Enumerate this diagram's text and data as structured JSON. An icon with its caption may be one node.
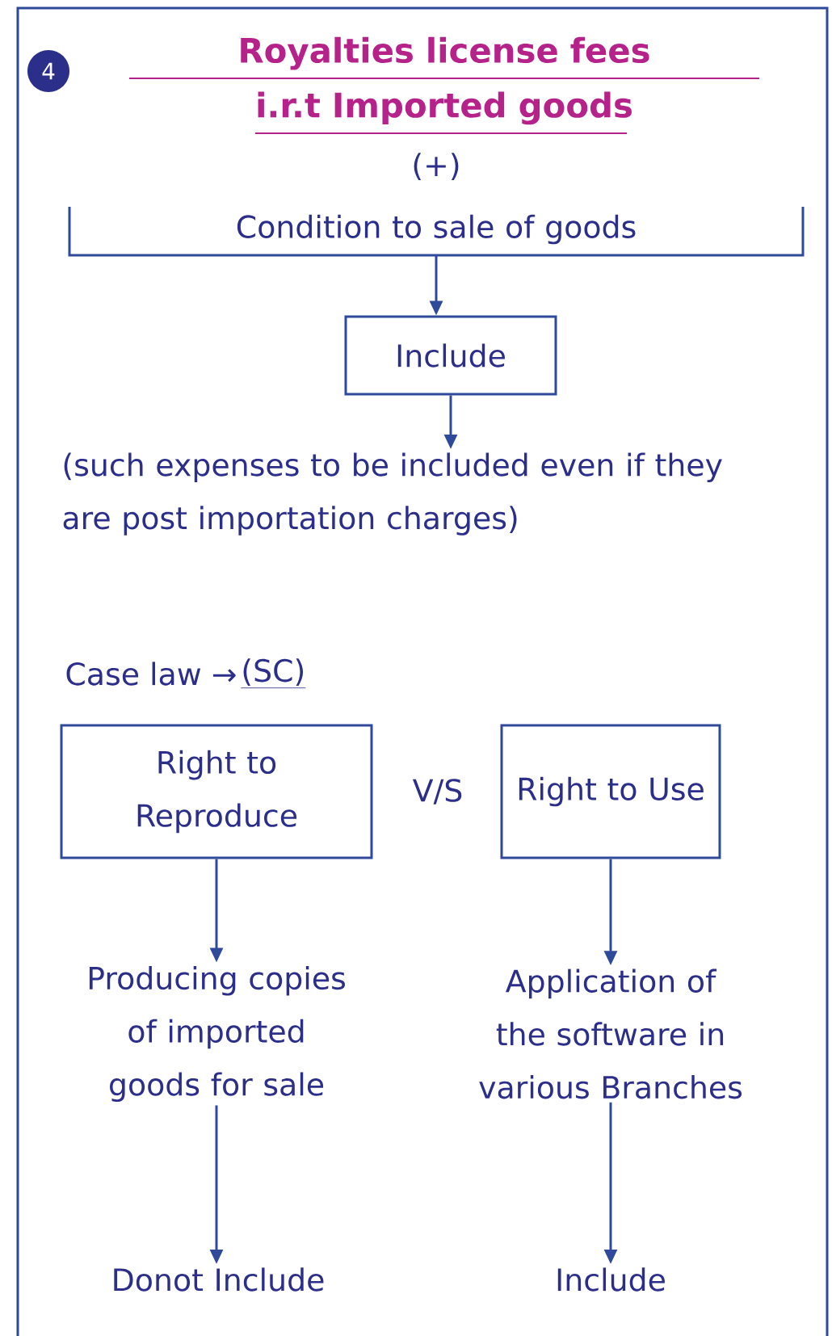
{
  "diagram": {
    "title": "Royalties license fees i.r.t Imported goods",
    "nodes": [
      {
        "text": [
          "4"
        ]
      },
      {
        "text": [
          "Condition to sale of goods"
        ]
      },
      {
        "text": [
          "Include"
        ]
      },
      {
        "text": [
          "(such expenses to be included even if they are post importation charges)"
        ]
      },
      {
        "text": [
          "Right to Reproduce"
        ]
      },
      {
        "text": [
          "Right to Use"
        ]
      },
      {
        "text": [
          "Producing copies of imported goods for sale"
        ]
      },
      {
        "text": [
          "Application of the software in various Branches"
        ]
      },
      {
        "text": [
          "Donot Include"
        ]
      },
      {
        "text": [
          "Include"
        ]
      }
    ],
    "edges": [
      {
        "from": 1,
        "to": 2,
        "arrow": "to"
      },
      {
        "from": 2,
        "to": 3,
        "arrow": "to"
      },
      {
        "from": 4,
        "to": 6,
        "arrow": "to"
      },
      {
        "from": 5,
        "to": 7,
        "arrow": "to"
      },
      {
        "from": 6,
        "to": 8,
        "arrow": "to"
      },
      {
        "from": 7,
        "to": 9,
        "arrow": "to"
      }
    ],
    "labels": [
      "(+)",
      "Case law →",
      "(SC)",
      "V/S"
    ]
  }
}
